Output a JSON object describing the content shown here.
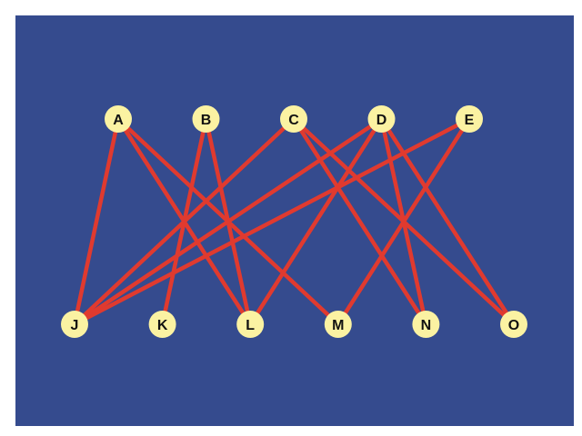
{
  "colors": {
    "background": "#354B8E",
    "edge": "#E03A2F",
    "node_fill": "#FBF2A2",
    "node_text": "#111111"
  },
  "diagram": {
    "top_nodes": [
      {
        "id": "A",
        "label": "A"
      },
      {
        "id": "B",
        "label": "B"
      },
      {
        "id": "C",
        "label": "C"
      },
      {
        "id": "D",
        "label": "D"
      },
      {
        "id": "E",
        "label": "E"
      }
    ],
    "bottom_nodes": [
      {
        "id": "J",
        "label": "J"
      },
      {
        "id": "K",
        "label": "K"
      },
      {
        "id": "L",
        "label": "L"
      },
      {
        "id": "M",
        "label": "M"
      },
      {
        "id": "N",
        "label": "N"
      },
      {
        "id": "O",
        "label": "O"
      }
    ],
    "edges": [
      [
        "A",
        "J"
      ],
      [
        "A",
        "L"
      ],
      [
        "A",
        "M"
      ],
      [
        "B",
        "K"
      ],
      [
        "B",
        "L"
      ],
      [
        "C",
        "J"
      ],
      [
        "C",
        "N"
      ],
      [
        "C",
        "O"
      ],
      [
        "D",
        "J"
      ],
      [
        "D",
        "L"
      ],
      [
        "D",
        "N"
      ],
      [
        "D",
        "O"
      ],
      [
        "E",
        "J"
      ],
      [
        "E",
        "M"
      ]
    ]
  }
}
